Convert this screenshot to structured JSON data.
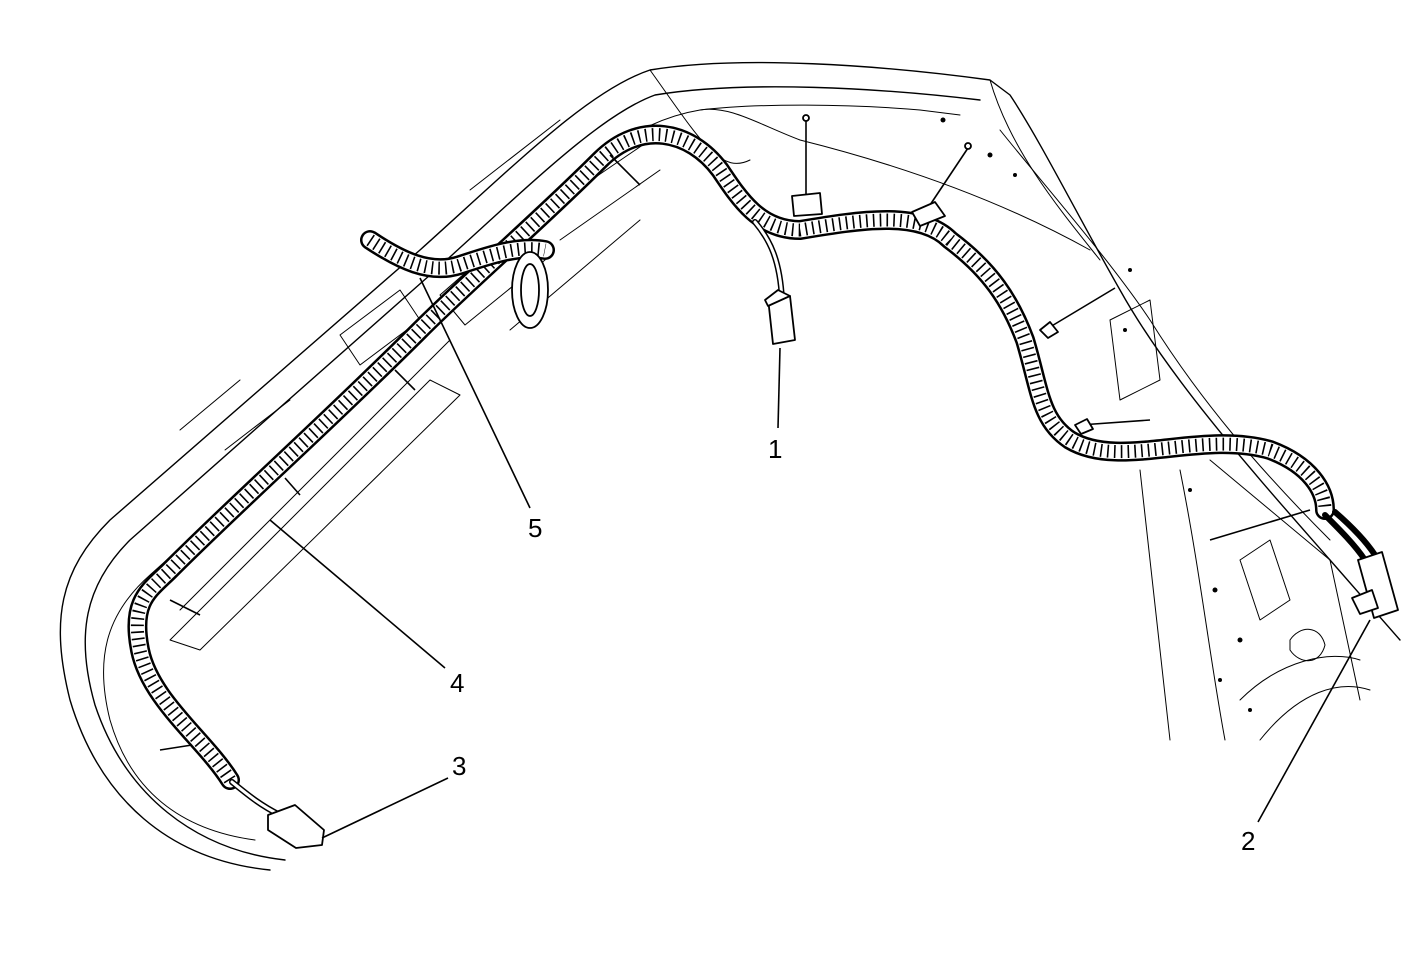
{
  "callouts": [
    {
      "id": "1",
      "label": "1"
    },
    {
      "id": "2",
      "label": "2"
    },
    {
      "id": "3",
      "label": "3"
    },
    {
      "id": "4",
      "label": "4"
    },
    {
      "id": "5",
      "label": "5"
    }
  ],
  "icons": {
    "harness": "wiring-harness-icon",
    "connector": "connector-icon",
    "clip": "retainer-clip-icon"
  }
}
